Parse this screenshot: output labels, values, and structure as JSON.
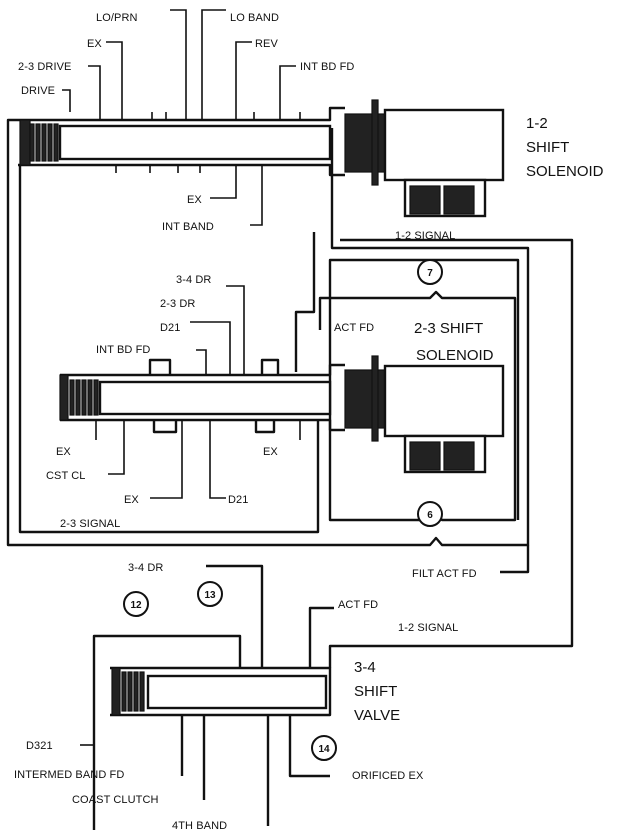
{
  "valve_12": {
    "labels": {
      "lo_prn": "LO/PRN",
      "lo_band": "LO BAND",
      "ex": "EX",
      "rev": "REV",
      "drive_2_3": "2-3 DRIVE",
      "int_bd_fd": "INT BD FD",
      "drive": "DRIVE",
      "ex_lower": "EX",
      "int_band": "INT BAND",
      "signal": "1-2 SIGNAL"
    },
    "solenoid_title": [
      "1-2",
      "SHIFT",
      "SOLENOID"
    ]
  },
  "valve_23": {
    "labels": {
      "dr_3_4": "3-4 DR",
      "dr_2_3": "2-3 DR",
      "d21": "D21",
      "int_bd_fd": "INT BD FD",
      "act_fd": "ACT FD",
      "ex_left": "EX",
      "ex_right": "EX",
      "cst_cl": "CST CL",
      "ex_bottom": "EX",
      "d21_bottom": "D21",
      "signal": "2-3 SIGNAL"
    },
    "solenoid_title": [
      "2-3 SHIFT",
      "SOLENOID"
    ]
  },
  "valve_34": {
    "labels": {
      "dr_3_4": "3-4 DR",
      "filt_act_fd": "FILT ACT FD",
      "act_fd": "ACT FD",
      "signal_12": "1-2 SIGNAL",
      "d321": "D321",
      "intermed_band_fd": "INTERMED BAND FD",
      "coast_clutch": "COAST CLUTCH",
      "band_4th": "4TH BAND",
      "orificed_ex": "ORIFICED EX"
    },
    "valve_title": [
      "3-4",
      "SHIFT",
      "VALVE"
    ]
  },
  "orifices": [
    "7",
    "6",
    "12",
    "13",
    "14"
  ]
}
